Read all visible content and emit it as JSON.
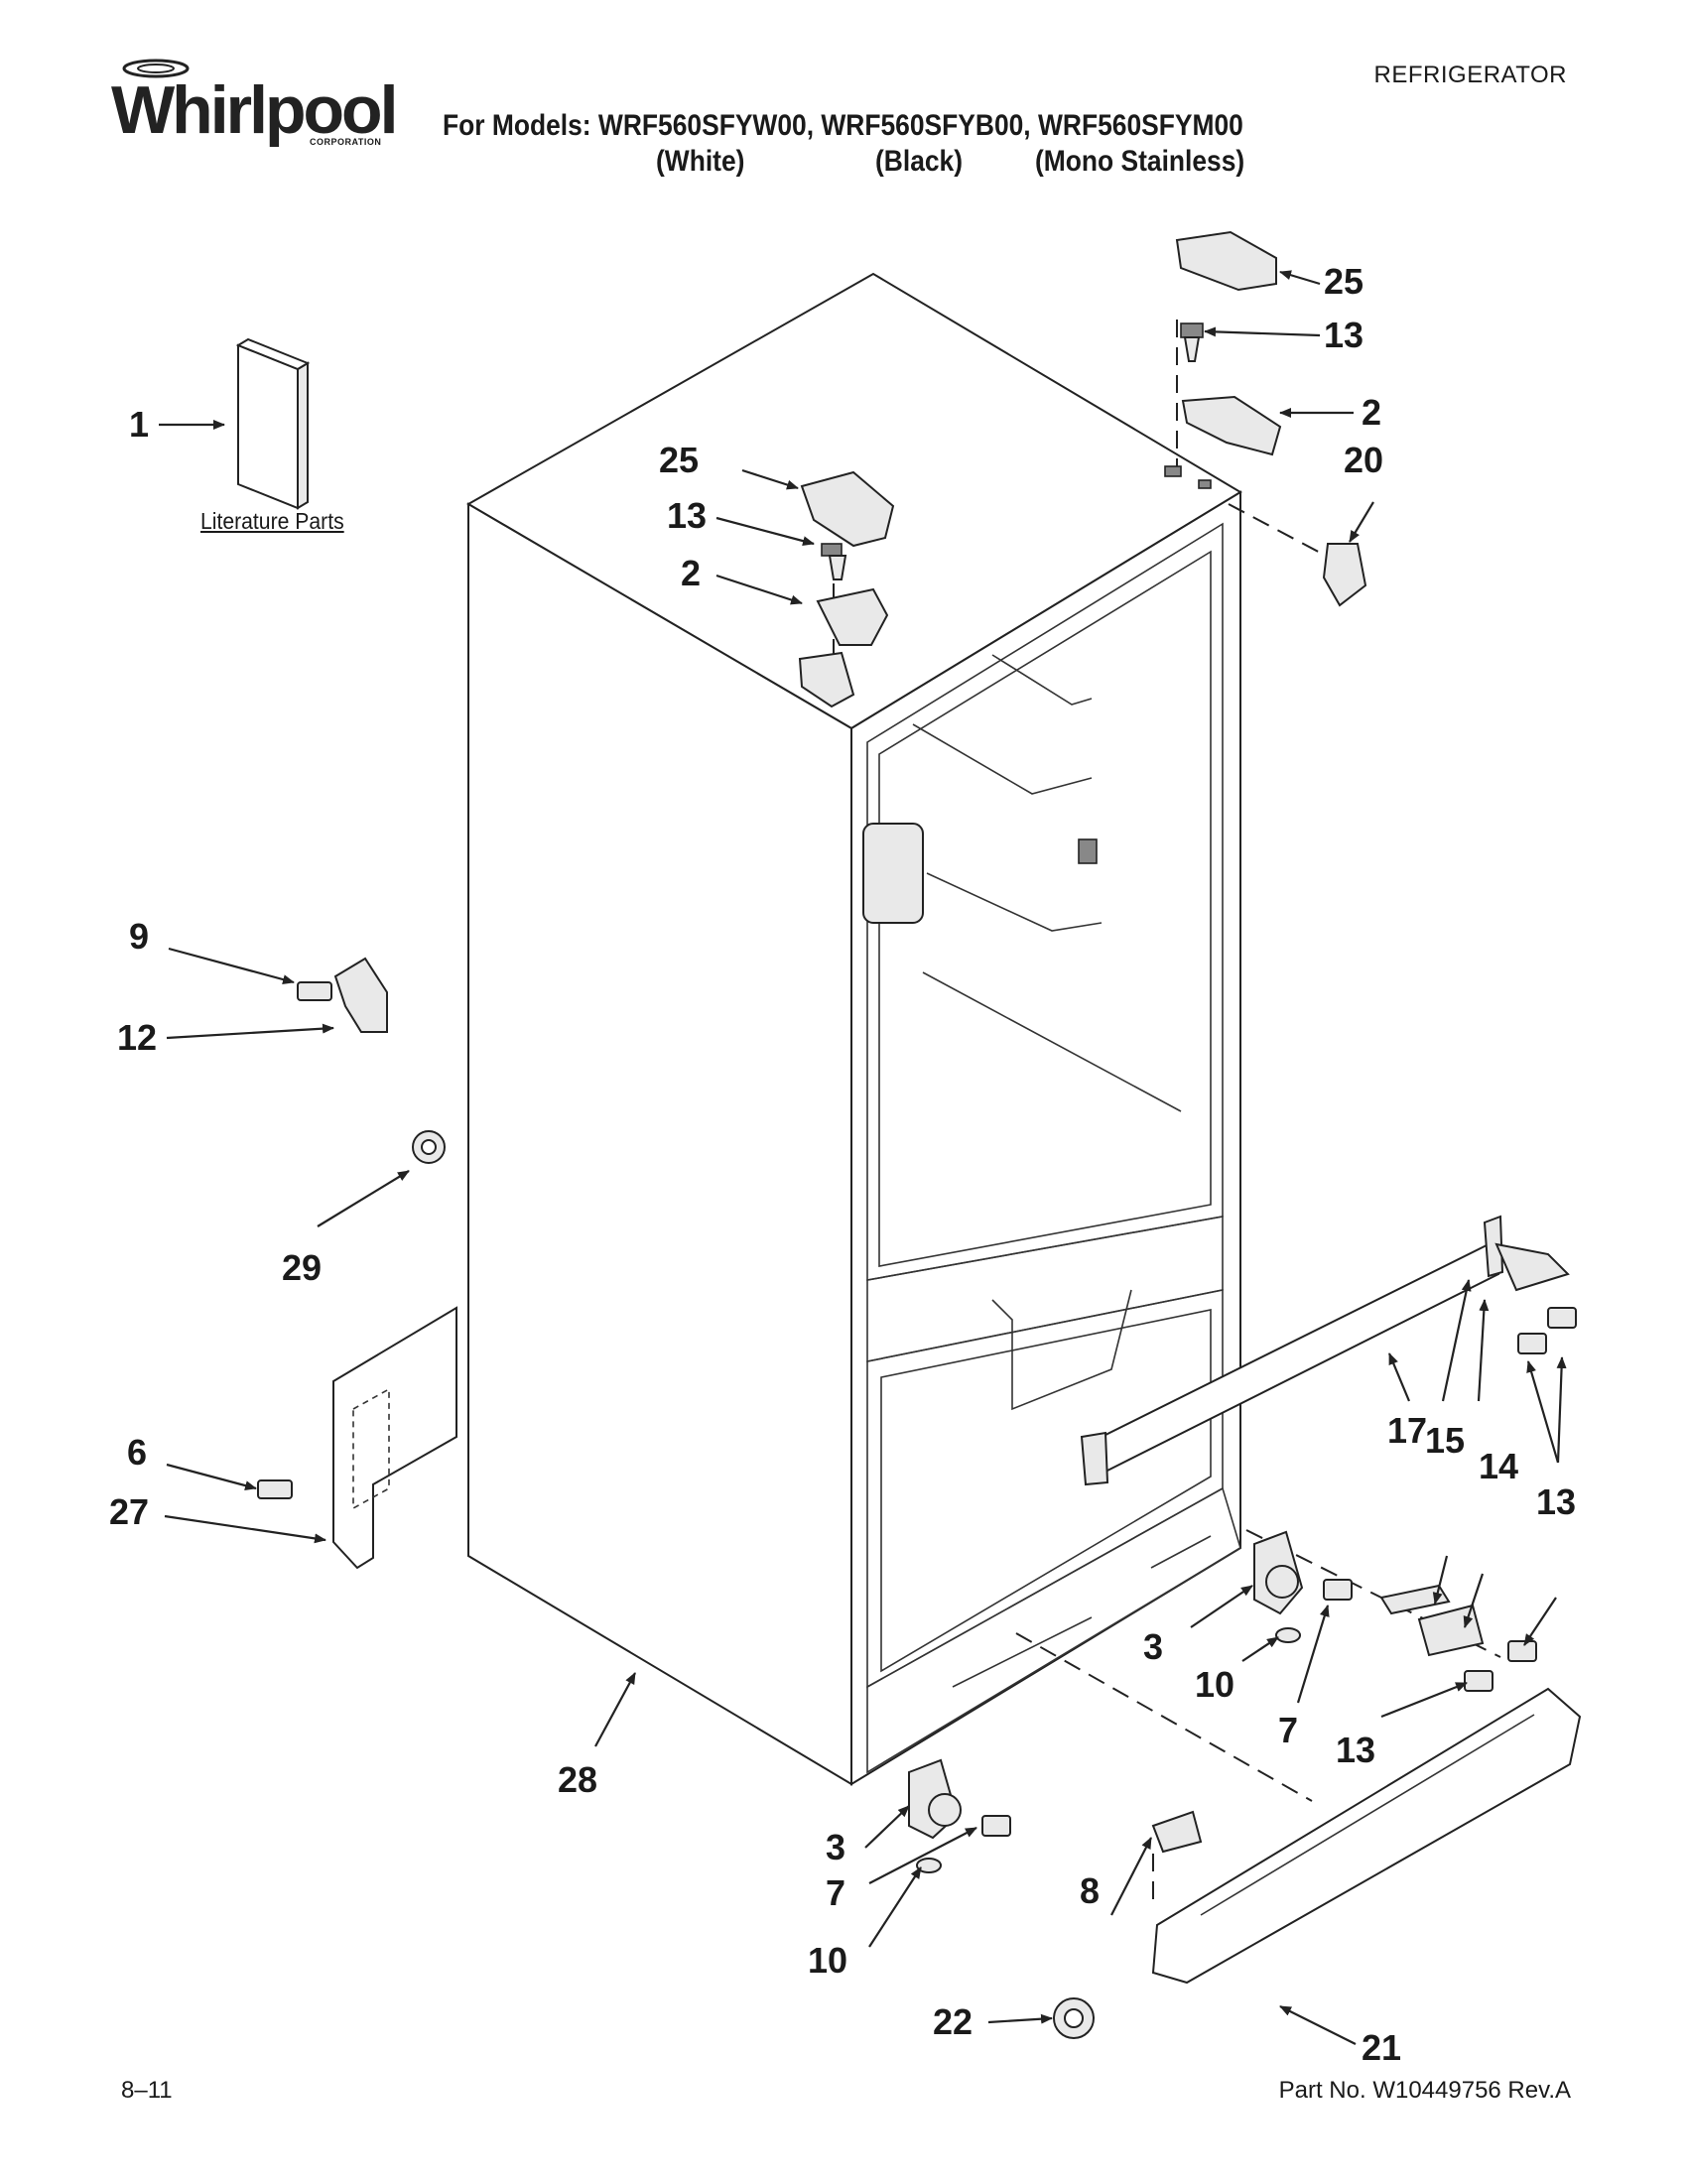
{
  "header": {
    "brand": "Whirlpool",
    "brand_sub": "CORPORATION",
    "product_type": "REFRIGERATOR",
    "models_line": "For Models: WRF560SFYW00, WRF560SFYB00, WRF560SFYM00",
    "variants": {
      "white": "(White)",
      "black": "(Black)",
      "mono": "(Mono Stainless)"
    }
  },
  "literature_caption": "Literature Parts",
  "callouts": {
    "c1": "1",
    "c25a": "25",
    "c13a": "13",
    "c2a": "2",
    "c25b": "25",
    "c13b": "13",
    "c2b": "2",
    "c20": "20",
    "c9": "9",
    "c12": "12",
    "c29": "29",
    "c6": "6",
    "c27": "27",
    "c28": "28",
    "c17": "17",
    "c15": "15",
    "c14": "14",
    "c13c": "13",
    "c3a": "3",
    "c10a": "10",
    "c7a": "7",
    "c13d": "13",
    "c3b": "3",
    "c7b": "7",
    "c10b": "10",
    "c8": "8",
    "c22": "22",
    "c21": "21"
  },
  "footer": {
    "date_code": "8–11",
    "part_number": "Part No. W10449756 Rev.A"
  }
}
